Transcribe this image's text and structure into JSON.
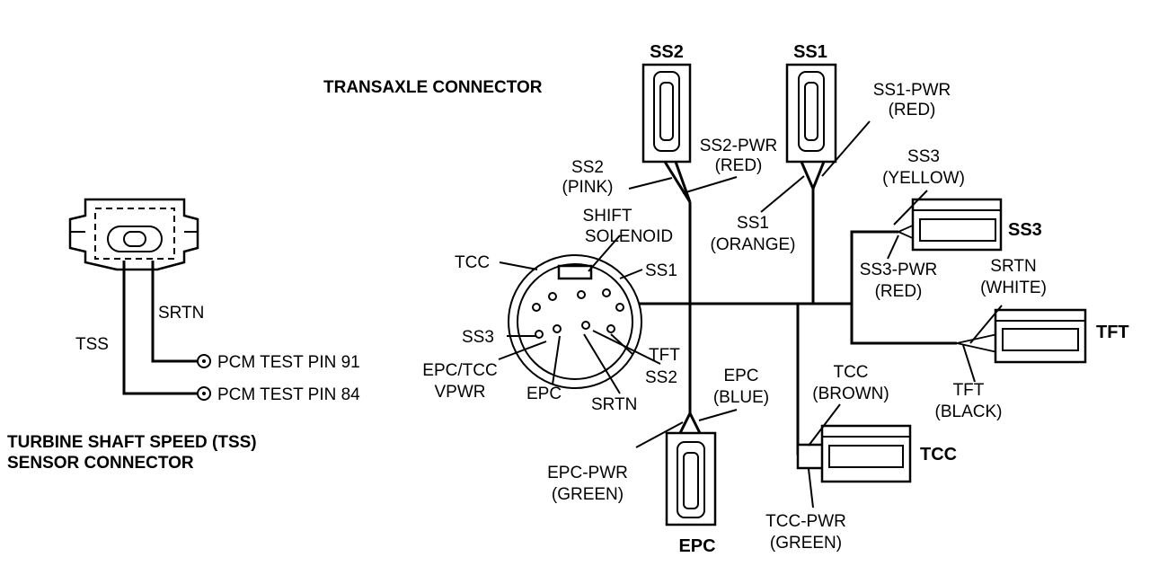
{
  "titles": {
    "transaxle_connector": "TRANSAXLE CONNECTOR",
    "tss_connector_line1": "TURBINE SHAFT SPEED (TSS)",
    "tss_connector_line2": "SENSOR CONNECTOR"
  },
  "tss": {
    "srtn": "SRTN",
    "tss": "TSS",
    "pin91": "PCM TEST PIN 91",
    "pin84": "PCM TEST PIN 84"
  },
  "solenoids": {
    "ss2": "SS2",
    "ss1": "SS1",
    "ss3": "SS3",
    "tft": "TFT",
    "tcc": "TCC",
    "epc": "EPC"
  },
  "wires": {
    "ss1_pwr": [
      "SS1-PWR",
      "(RED)"
    ],
    "ss2_pwr": [
      "SS2-PWR",
      "(RED)"
    ],
    "ss2_pink": [
      "SS2",
      "(PINK)"
    ],
    "ss1_orange": [
      "SS1",
      "(ORANGE)"
    ],
    "ss3_yellow": [
      "SS3",
      "(YELLOW)"
    ],
    "ss3_pwr": [
      "SS3-PWR",
      "(RED)"
    ],
    "srtn_white": [
      "SRTN",
      "(WHITE)"
    ],
    "tft_black": [
      "TFT",
      "(BLACK)"
    ],
    "tcc_brown": [
      "TCC",
      "(BROWN)"
    ],
    "tcc_pwr": [
      "TCC-PWR",
      "(GREEN)"
    ],
    "epc_blue": [
      "EPC",
      "(BLUE)"
    ],
    "epc_pwr": [
      "EPC-PWR",
      "(GREEN)"
    ]
  },
  "pins": {
    "shift_solenoid": [
      "SHIFT",
      "SOLENOID"
    ],
    "tcc": "TCC",
    "ss1": "SS1",
    "ss3": "SS3",
    "tft": "TFT",
    "epc_tcc_vpwr": [
      "EPC/TCC",
      "VPWR"
    ],
    "epc": "EPC",
    "srtn": "SRTN",
    "ss2": "SS2"
  }
}
